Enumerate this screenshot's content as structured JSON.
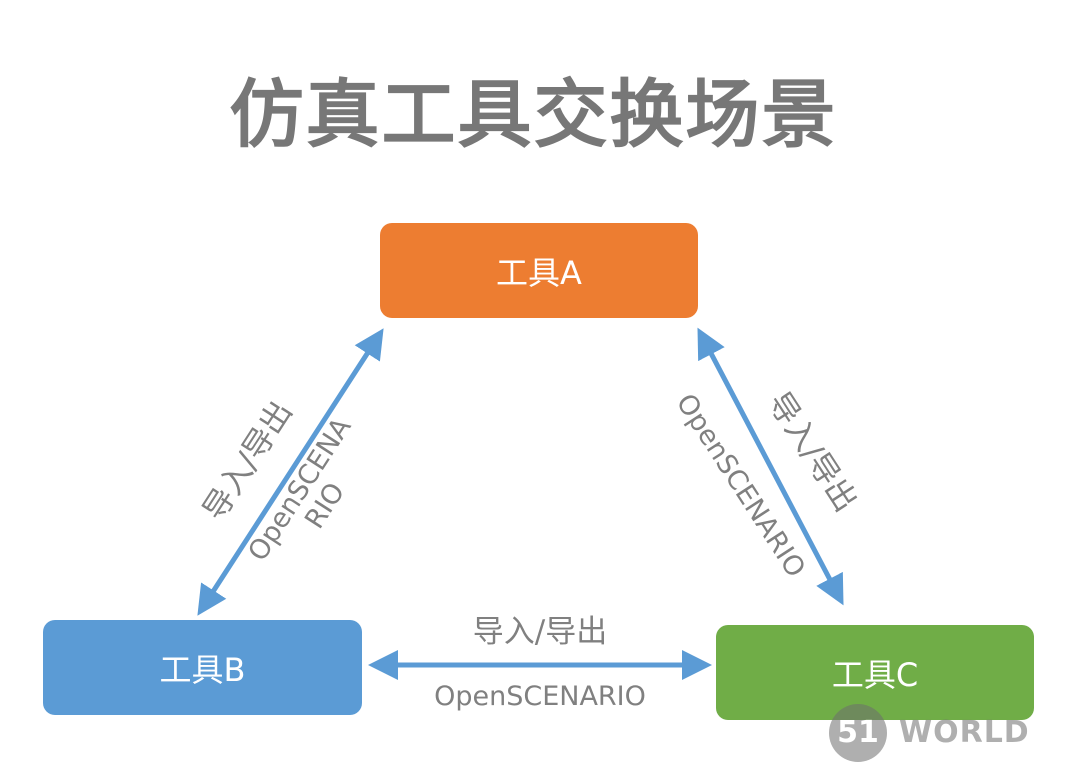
{
  "title": "仿真工具交换场景",
  "nodes": {
    "tool_a": {
      "label": "工具A",
      "color": "#ED7D31"
    },
    "tool_b": {
      "label": "工具B",
      "color": "#5B9BD5"
    },
    "tool_c": {
      "label": "工具C",
      "color": "#70AD47"
    }
  },
  "connections": [
    {
      "between": [
        "工具A",
        "工具B"
      ],
      "action": "导入/导出",
      "format_line1": "OpenSCENA",
      "format_line2": "RIO"
    },
    {
      "between": [
        "工具A",
        "工具C"
      ],
      "action": "导入/导出",
      "format": "OpenSCENARIO"
    },
    {
      "between": [
        "工具B",
        "工具C"
      ],
      "action": "导入/导出",
      "format": "OpenSCENARIO"
    }
  ],
  "arrow_color": "#5B9BD5",
  "label_color": "#808080",
  "title_color": "#777777",
  "logo": {
    "mark": "51",
    "text": "WORLD"
  }
}
